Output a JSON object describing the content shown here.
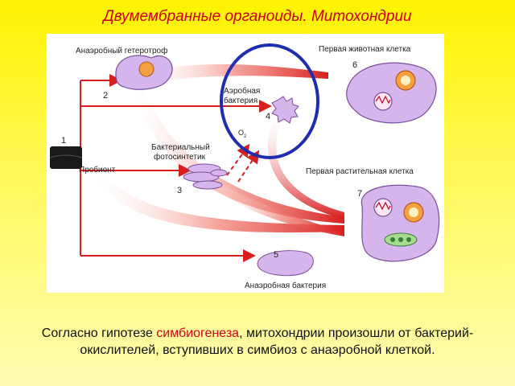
{
  "title": "Двумембранные органоиды. Митохондрии",
  "diagram": {
    "labels": {
      "anaerobic_heterotroph": "Анаэробный гетеротроф",
      "first_animal_cell": "Первая животная клетка",
      "aerobic_bacterium_line1": "Аэробная",
      "aerobic_bacterium_line2": "бактерия",
      "bacterial_photosynthetic_line1": "Бактериальный",
      "bacterial_photosynthetic_line2": "фотосинтетик",
      "probiont": "Пробионт",
      "first_plant_cell": "Первая растительная клетка",
      "anaerobic_bacterium": "Анаэробная бактерия",
      "oxygen": "O",
      "oxygen_sub": "2"
    },
    "numbers": [
      "1",
      "2",
      "3",
      "4",
      "5",
      "6",
      "7"
    ],
    "colors": {
      "arrow": "#d81e1e",
      "cell_fill": "#d6b4ec",
      "cell_stroke": "#7a4f9a",
      "nucleus": "#f4a040",
      "highlight_circle": "#1f2db0",
      "plastid": "#58b058"
    }
  },
  "caption": {
    "before": "Согласно гипотезе ",
    "highlight": "симбиогенеза",
    "after": ", митохондрии произошли от бактерий-окислителей, вступивших в симбиоз с анаэробной клеткой."
  }
}
